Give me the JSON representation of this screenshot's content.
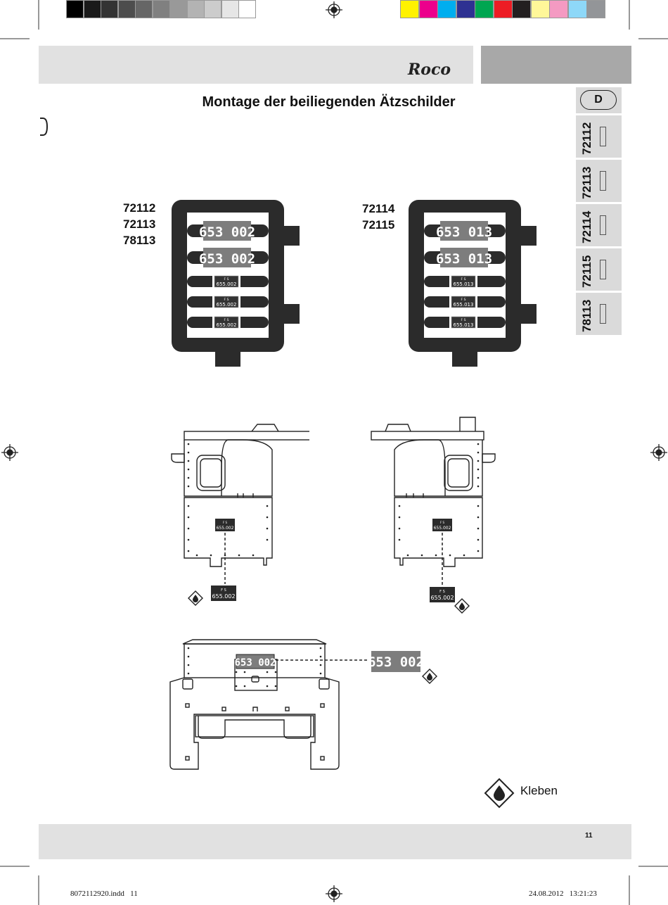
{
  "brand": {
    "logo": "Roco"
  },
  "page": {
    "title": "Montage der beiliegenden Ätzschilder",
    "page_number": "11"
  },
  "sidebar": {
    "language": "D",
    "tabs": [
      {
        "label": "72112"
      },
      {
        "label": "72113"
      },
      {
        "label": "72114"
      },
      {
        "label": "72115"
      },
      {
        "label": "78113"
      }
    ]
  },
  "sheets": {
    "left": {
      "models": [
        "72112",
        "72113",
        "78113"
      ],
      "large_plate": "653 002",
      "small_plate_top": "F S",
      "small_plate_number": "655.002"
    },
    "right": {
      "models": [
        "72114",
        "72115"
      ],
      "large_plate": "653 013",
      "small_plate_top": "F S",
      "small_plate_number": "655.013"
    }
  },
  "diagrams": {
    "side_plate_top": "F S",
    "side_plate_number": "655.002",
    "front_plate": "653 002"
  },
  "legend": {
    "glue_label": "Kleben"
  },
  "slug": {
    "file": "8072112920.indd   11",
    "datetime": "24.08.2012   13:21:23"
  },
  "colors": {
    "header_bar": "#e1e1e1",
    "header_dark": "#a8a8a8",
    "tab_bg": "#dadada",
    "sheet_fill": "#2b2b2b",
    "plate_fill": "#7d7d7d",
    "cmyk_swatches": [
      "#fff200",
      "#ec008c",
      "#00aeef",
      "#2e3192",
      "#00a651",
      "#ed1c24",
      "#231f20",
      "#fff799",
      "#f49ac2",
      "#8ed8f8",
      "#939598"
    ],
    "gray_swatches": [
      "#000000",
      "#1a1a1a",
      "#333333",
      "#4d4d4d",
      "#666666",
      "#808080",
      "#999999",
      "#b3b3b3",
      "#cccccc",
      "#e6e6e6",
      "#ffffff"
    ]
  }
}
